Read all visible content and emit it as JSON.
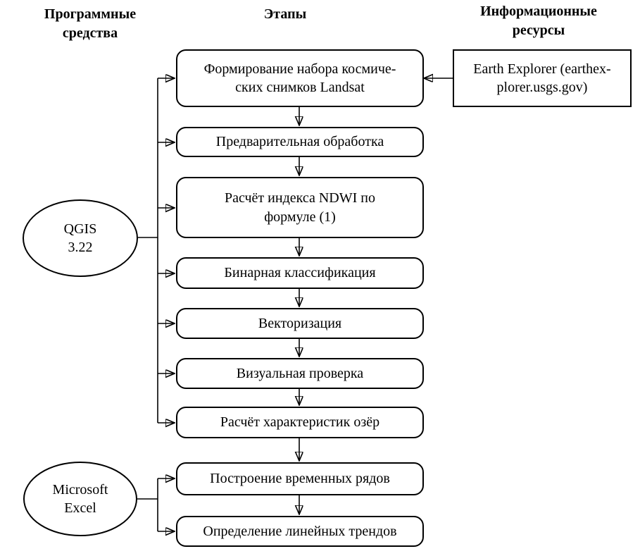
{
  "headers": {
    "software": {
      "lines": [
        "Программные",
        "средства"
      ]
    },
    "stages": {
      "label": "Этапы"
    },
    "resources": {
      "lines": [
        "Информационные",
        "ресурсы"
      ]
    }
  },
  "stages": [
    {
      "id": "landsat-collection",
      "lines": [
        "Формирование набора космиче-",
        "ских снимков Landsat"
      ]
    },
    {
      "id": "preprocessing",
      "lines": [
        "Предварительная обработка"
      ]
    },
    {
      "id": "ndwi-index",
      "lines": [
        "Расчёт индекса NDWI по",
        "формуле (1)"
      ]
    },
    {
      "id": "binary-classification",
      "lines": [
        "Бинарная классификация"
      ]
    },
    {
      "id": "vectorization",
      "lines": [
        "Векторизация"
      ]
    },
    {
      "id": "visual-check",
      "lines": [
        "Визуальная проверка"
      ]
    },
    {
      "id": "lake-characteristics",
      "lines": [
        "Расчёт характеристик озёр"
      ]
    },
    {
      "id": "time-series",
      "lines": [
        "Построение временных рядов"
      ]
    },
    {
      "id": "linear-trends",
      "lines": [
        "Определение линейных трендов"
      ]
    }
  ],
  "software": [
    {
      "id": "qgis",
      "lines": [
        "QGIS",
        "3.22"
      ]
    },
    {
      "id": "excel",
      "lines": [
        "Microsoft",
        "Excel"
      ]
    }
  ],
  "resources": [
    {
      "id": "earth-explorer",
      "lines": [
        "Earth Explorer (earthex-",
        "plorer.usgs.gov)"
      ]
    }
  ],
  "colors": {
    "stroke": "#000000",
    "background": "#ffffff"
  }
}
